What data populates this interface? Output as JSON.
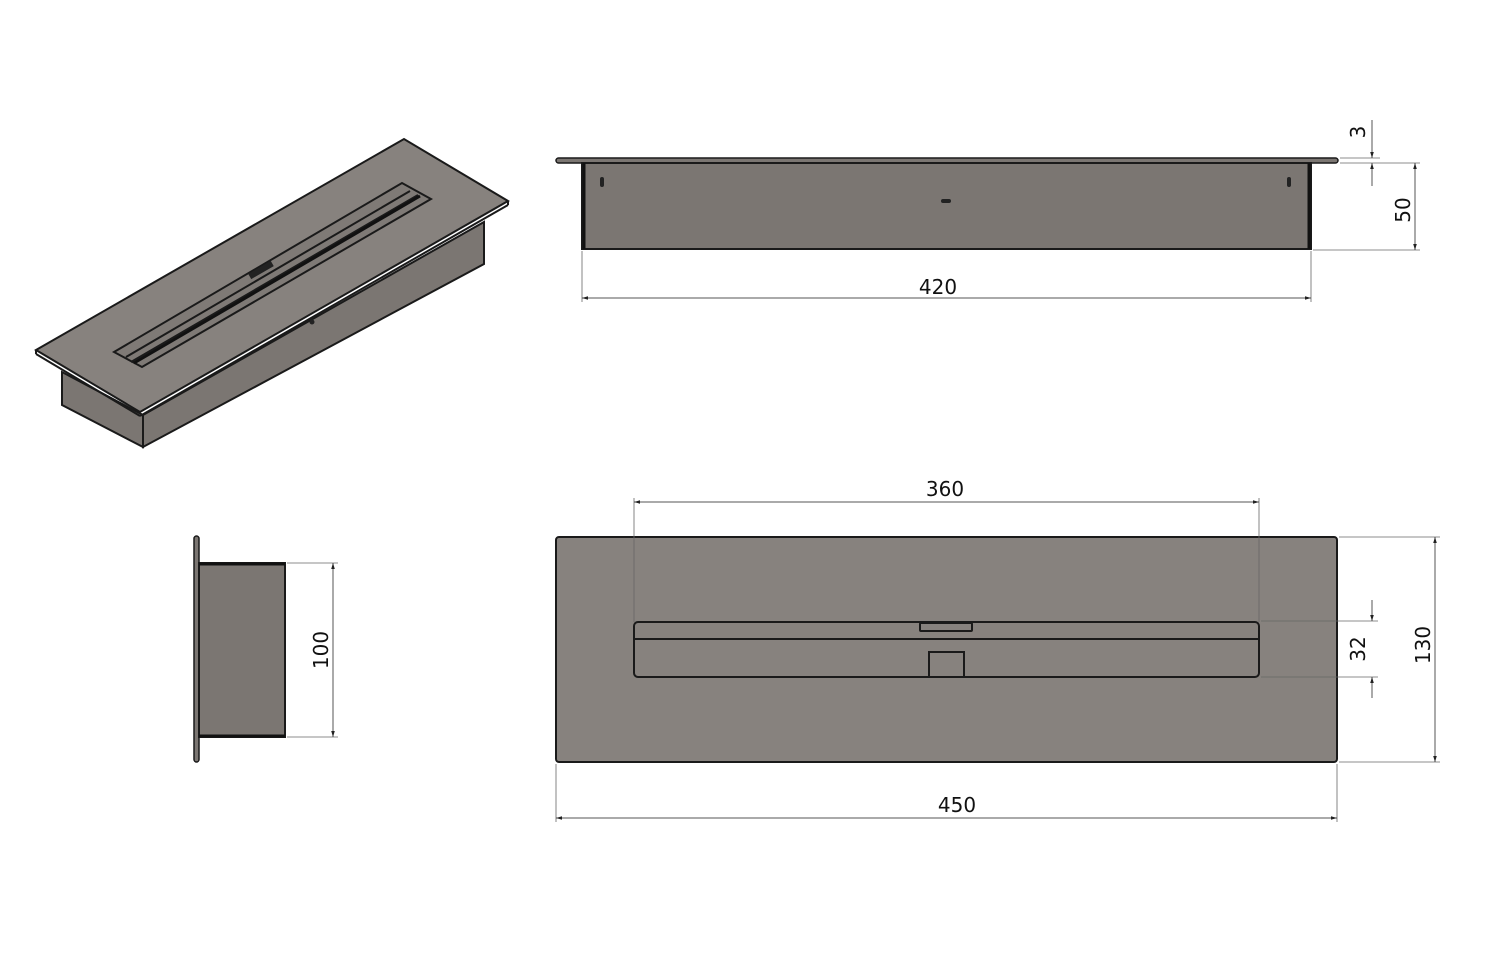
{
  "drawing": {
    "subject": "Bioethanol burner insert technical drawing",
    "units": "mm",
    "colors": {
      "background": "#ffffff",
      "part_fill": "#7b7672",
      "top_fill": "#87827e",
      "outline": "#1a1a1a",
      "dimension_line": "#555555"
    },
    "views": {
      "isometric": {
        "label": "isometric-view"
      },
      "front": {
        "label": "front-view",
        "dimensions": {
          "length": "420",
          "height": "50",
          "flange_thickness": "3"
        }
      },
      "side": {
        "label": "side-view",
        "dimensions": {
          "depth": "100"
        }
      },
      "top": {
        "label": "top-view",
        "dimensions": {
          "overall_length": "450",
          "opening_length": "360",
          "overall_width": "130",
          "opening_width": "32"
        }
      }
    }
  }
}
